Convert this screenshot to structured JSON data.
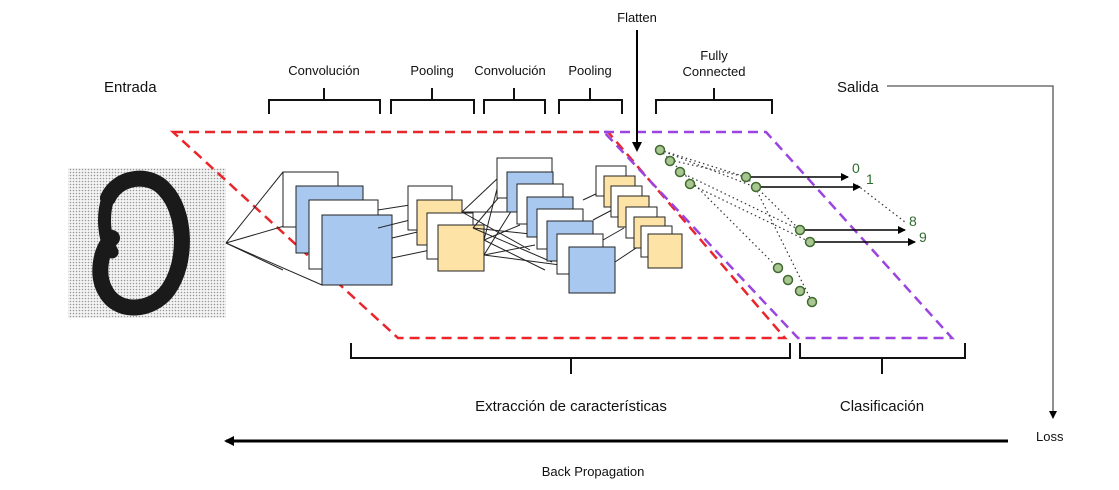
{
  "labels": {
    "input": "Entrada",
    "output": "Salida",
    "conv1": "Convolución",
    "pool1": "Pooling",
    "conv2": "Convolución",
    "pool2": "Pooling",
    "flatten": "Flatten",
    "fully_connected_1": "Fully",
    "fully_connected_2": "Connected",
    "feature_extraction": "Extracción de características",
    "classification": "Clasificación",
    "loss": "Loss",
    "back_propagation": "Back Propagation"
  },
  "outputs": {
    "class_0": "0",
    "class_1": "1",
    "class_8": "8",
    "class_9": "9"
  },
  "colors": {
    "feature_region": "#e8262c",
    "classification_region": "#9b44e0",
    "feature_map_blue": "#a9c8ef",
    "feature_map_yellow": "#fde4a6",
    "neuron": "#a8c592"
  },
  "icons": {
    "input_image": "handwritten-digit-zero-image"
  }
}
